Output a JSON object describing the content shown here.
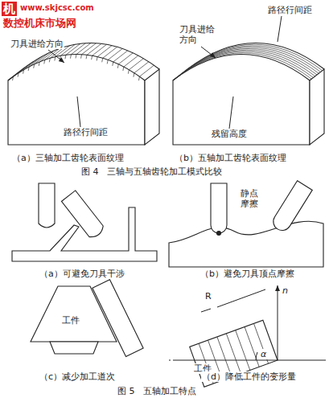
{
  "diagram": {
    "labels": [
      "机",
      "www.skjcsc.com",
      "数控机床市场网",
      "刀具进给方向",
      "路径行间距",
      "路径行间距",
      "刀具进给 方向",
      "残留高度",
      "（a）三轴加工齿轮表面纹理",
      "（b）五轴加工齿轮表面纹理",
      "图 4　三轴与五轴齿轮加工模式比较",
      "静点 摩擦",
      "（a）可避免刀具干涉",
      "（b）避免刀具顶点摩擦",
      "工件",
      "（c）减少加工道次",
      "R",
      "n",
      "工件",
      "α",
      "（d）降低工件的变形量",
      "图 5　五轴加工特点"
    ]
  }
}
